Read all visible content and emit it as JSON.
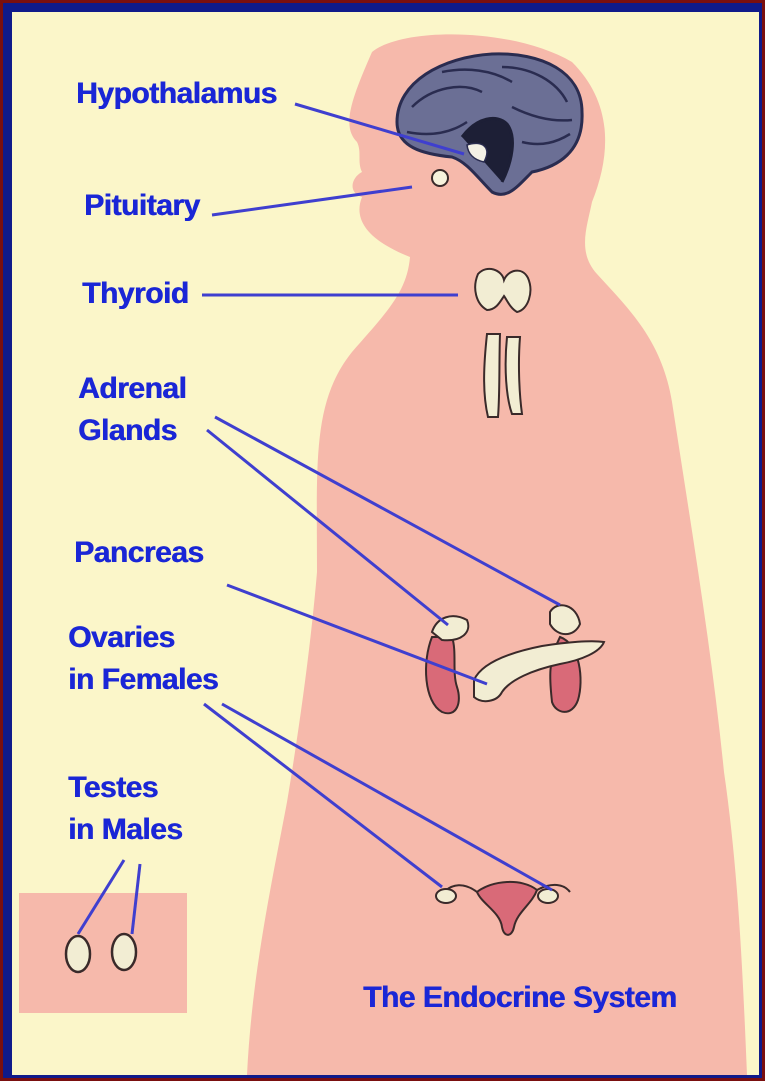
{
  "labels": {
    "hypothalamus": "Hypothalamus",
    "pituitary": "Pituitary",
    "thyroid": "Thyroid",
    "adrenal_line1": "Adrenal",
    "adrenal_line2": "Glands",
    "pancreas": "Pancreas",
    "ovaries_line1": "Ovaries",
    "ovaries_line2": "in Females",
    "testes_line1": "Testes",
    "testes_line2": "in Males"
  },
  "title": "The Endocrine System",
  "colors": {
    "background": "#fbf6c9",
    "silhouette": "#f6b9ab",
    "label_text": "#1a26d6",
    "leader_lines": "#3f3fcf",
    "border_outer": "#8b1a1a",
    "border_inner": "#0f1a8a"
  }
}
